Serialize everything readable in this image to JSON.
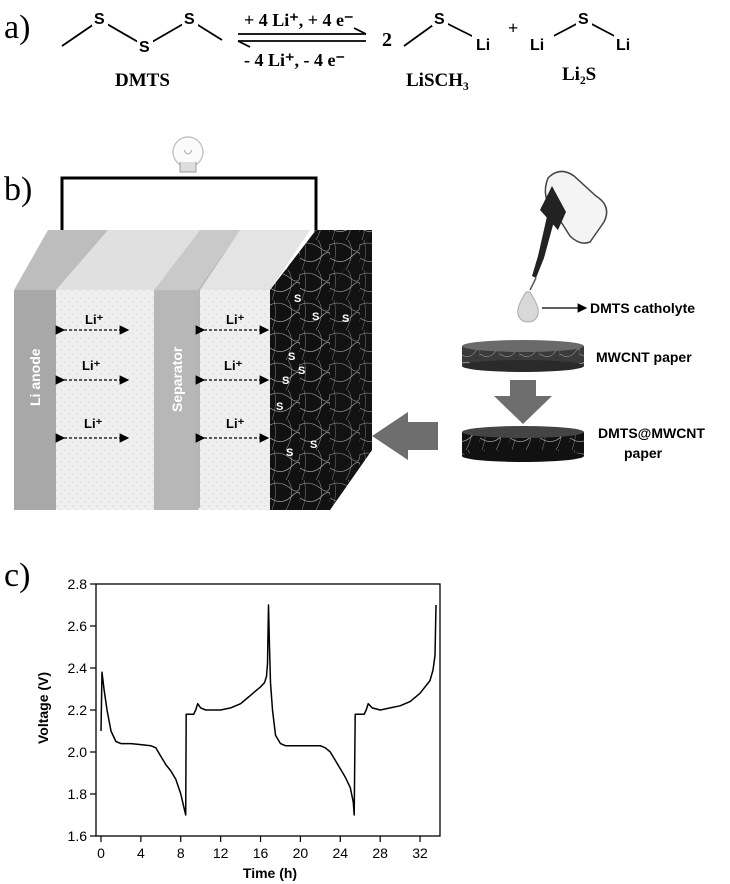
{
  "panel_labels": [
    "a)",
    "b)",
    "c)"
  ],
  "reaction": {
    "reactant": "DMTS",
    "forward": "+ 4 Li⁺, + 4 e⁻",
    "reverse": "- 4 Li⁺, - 4 e⁻",
    "coefficient": "2",
    "product1": "LiSCH₃",
    "product2": "Li₂S",
    "plus": "+",
    "atom_S": "S",
    "atom_Li": "Li"
  },
  "cell": {
    "anode_label": "Li anode",
    "separator_label": "Separator",
    "ion_label": "Li⁺",
    "cathode_S_label": "S",
    "catholyte_label": "DMTS catholyte",
    "paper1_label": "MWCNT paper",
    "paper2_label_line1": "DMTS@MWCNT",
    "paper2_label_line2": "paper"
  },
  "chart_data": {
    "type": "line",
    "xlabel": "Time (h)",
    "ylabel": "Voltage (V)",
    "xlim": [
      -0.5,
      34
    ],
    "ylim": [
      1.6,
      2.8
    ],
    "xticks": [
      0,
      4,
      8,
      12,
      16,
      20,
      24,
      28,
      32
    ],
    "yticks": [
      1.6,
      1.8,
      2.0,
      2.2,
      2.4,
      2.6,
      2.8
    ],
    "series": [
      {
        "x": [
          0,
          0.1,
          0.3,
          0.6,
          1,
          1.5,
          2,
          3,
          4,
          5,
          5.5,
          6,
          6.5,
          7,
          7.5,
          8,
          8.4,
          8.5,
          8.55,
          8.7,
          9.0,
          9.3,
          9.5,
          9.7,
          10,
          10.5,
          11,
          12,
          13,
          14,
          14.5,
          15,
          15.5,
          16,
          16.4,
          16.6,
          16.7,
          16.8,
          16.9,
          17.0,
          17.2,
          17.5,
          18,
          18.5,
          19,
          20,
          21,
          22,
          22.5,
          23,
          23.5,
          24,
          24.5,
          25,
          25.3,
          25.4,
          25.5,
          25.8,
          26.1,
          26.4,
          26.6,
          26.8,
          27.2,
          28,
          29,
          30,
          31,
          31.5,
          32,
          32.5,
          33,
          33.3,
          33.5,
          33.6
        ],
        "y": [
          2.1,
          2.38,
          2.3,
          2.2,
          2.1,
          2.05,
          2.04,
          2.04,
          2.035,
          2.03,
          2.02,
          1.98,
          1.94,
          1.91,
          1.87,
          1.8,
          1.72,
          1.7,
          2.18,
          2.18,
          2.18,
          2.18,
          2.2,
          2.23,
          2.21,
          2.2,
          2.2,
          2.2,
          2.21,
          2.23,
          2.25,
          2.27,
          2.29,
          2.31,
          2.33,
          2.36,
          2.42,
          2.7,
          2.5,
          2.33,
          2.2,
          2.08,
          2.04,
          2.03,
          2.03,
          2.03,
          2.03,
          2.03,
          2.02,
          2.0,
          1.96,
          1.92,
          1.88,
          1.83,
          1.76,
          1.7,
          2.18,
          2.18,
          2.18,
          2.18,
          2.2,
          2.23,
          2.21,
          2.2,
          2.21,
          2.22,
          2.24,
          2.26,
          2.28,
          2.31,
          2.34,
          2.39,
          2.46,
          2.7
        ]
      }
    ]
  }
}
